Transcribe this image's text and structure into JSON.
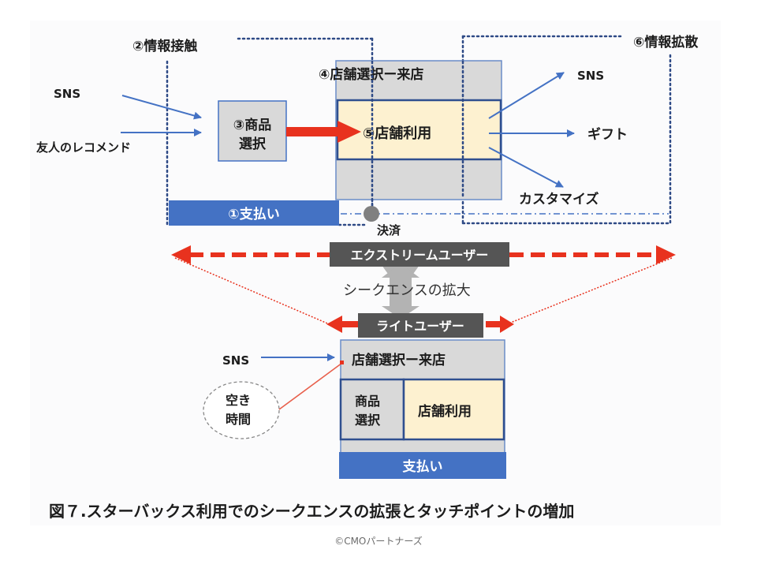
{
  "figure": {
    "caption": "図７.スターバックス利用でのシークエンスの拡張とタッチポイントの増加",
    "credit": "©CMOパートナーズ"
  },
  "top_section": {
    "info_contact_label": "②情報接触",
    "info_spread_label": "⑥情報拡散",
    "inputs": [
      {
        "label": "SNS"
      },
      {
        "label": "友人のレコメンド"
      }
    ],
    "product_select": {
      "line1": "③商品",
      "line2": "選択"
    },
    "store_visit_label": "④店舗選択ー来店",
    "store_use_label": "⑤店舗利用",
    "payment_label": "①支払い",
    "settlement_label": "決済",
    "outputs": [
      {
        "label": "SNS"
      },
      {
        "label": "ギフト"
      },
      {
        "label": "カスタマイズ"
      }
    ]
  },
  "middle_section": {
    "extreme_user_label": "エクストリームユーザー",
    "expansion_label": "シークエンスの拡大",
    "light_user_label": "ライトユーザー"
  },
  "bottom_section": {
    "input_label": "SNS",
    "free_time": {
      "line1": "空き",
      "line2": "時間"
    },
    "store_visit_label": "店舗選択ー来店",
    "product_select": {
      "line1": "商品",
      "line2": "選択"
    },
    "store_use_label": "店舗利用",
    "payment_label": "支払い"
  },
  "colors": {
    "blue": "#4472c4",
    "navy": "#2f4f8f",
    "red": "#e8321e",
    "gray_box": "#d9d9d9",
    "cream": "#fdf1d0",
    "dark_label": "#555555",
    "dot_navy": "#2e4a86"
  }
}
